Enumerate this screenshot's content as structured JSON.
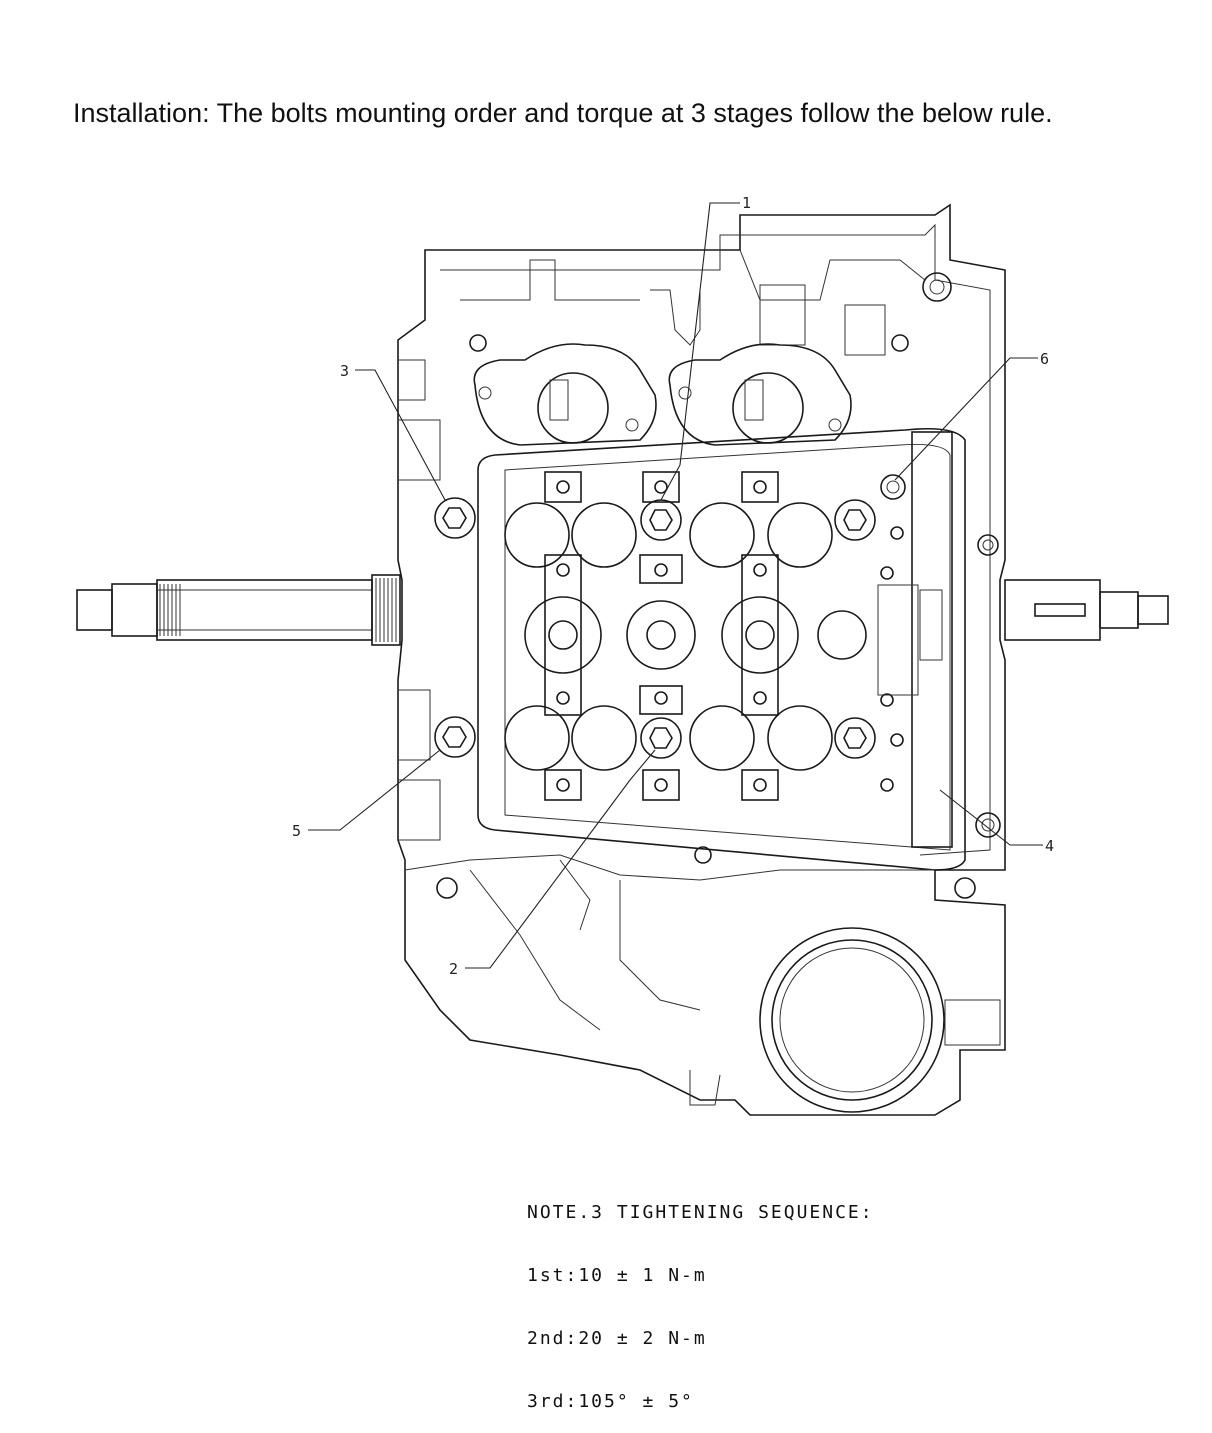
{
  "caption": "Installation: The bolts mounting order and torque at 3 stages follow the below rule.",
  "callouts": {
    "c1": "1",
    "c2": "2",
    "c3": "3",
    "c4": "4",
    "c5": "5",
    "c6": "6"
  },
  "note": {
    "heading": "NOTE.3 TIGHTENING SEQUENCE:",
    "stages": [
      "1st:10 ± 1 N-m",
      "2nd:20 ± 2 N-m",
      "3rd:105° ± 5°"
    ]
  }
}
